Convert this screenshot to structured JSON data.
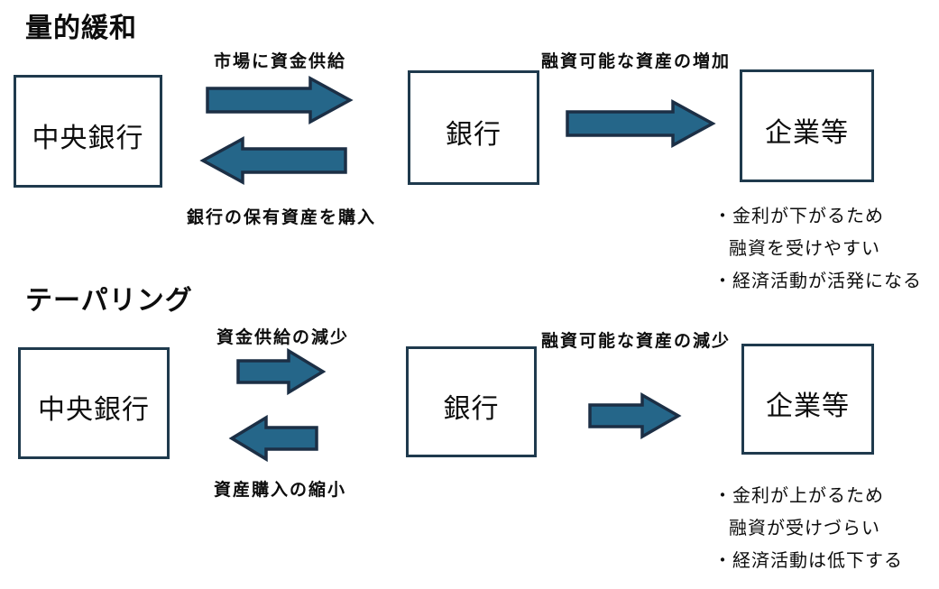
{
  "colors": {
    "arrow_fill": "#256689",
    "arrow_stroke": "#1c2f45",
    "box_border": "#1f3a4d",
    "text": "#0d0d0d",
    "background": "#ffffff"
  },
  "sections": [
    {
      "title": "量的緩和",
      "boxes": [
        {
          "label": "中央銀行"
        },
        {
          "label": "銀行"
        },
        {
          "label": "企業等"
        }
      ],
      "arrow_labels": {
        "to_market": "市場に資金供給",
        "purchase": "銀行の保有資産を購入",
        "assets": "融資可能な資産の増加"
      },
      "notes": [
        {
          "text": "・金利が下がるため"
        },
        {
          "text": "融資を受けやすい"
        },
        {
          "text": "・経済活動が活発になる"
        }
      ]
    },
    {
      "title": "テーパリング",
      "boxes": [
        {
          "label": "中央銀行"
        },
        {
          "label": "銀行"
        },
        {
          "label": "企業等"
        }
      ],
      "arrow_labels": {
        "to_market": "資金供給の減少",
        "purchase": "資産購入の縮小",
        "assets": "融資可能な資産の減少"
      },
      "notes": [
        {
          "text": "・金利が上がるため"
        },
        {
          "text": "融資が受けづらい"
        },
        {
          "text": "・経済活動は低下する"
        }
      ]
    }
  ]
}
